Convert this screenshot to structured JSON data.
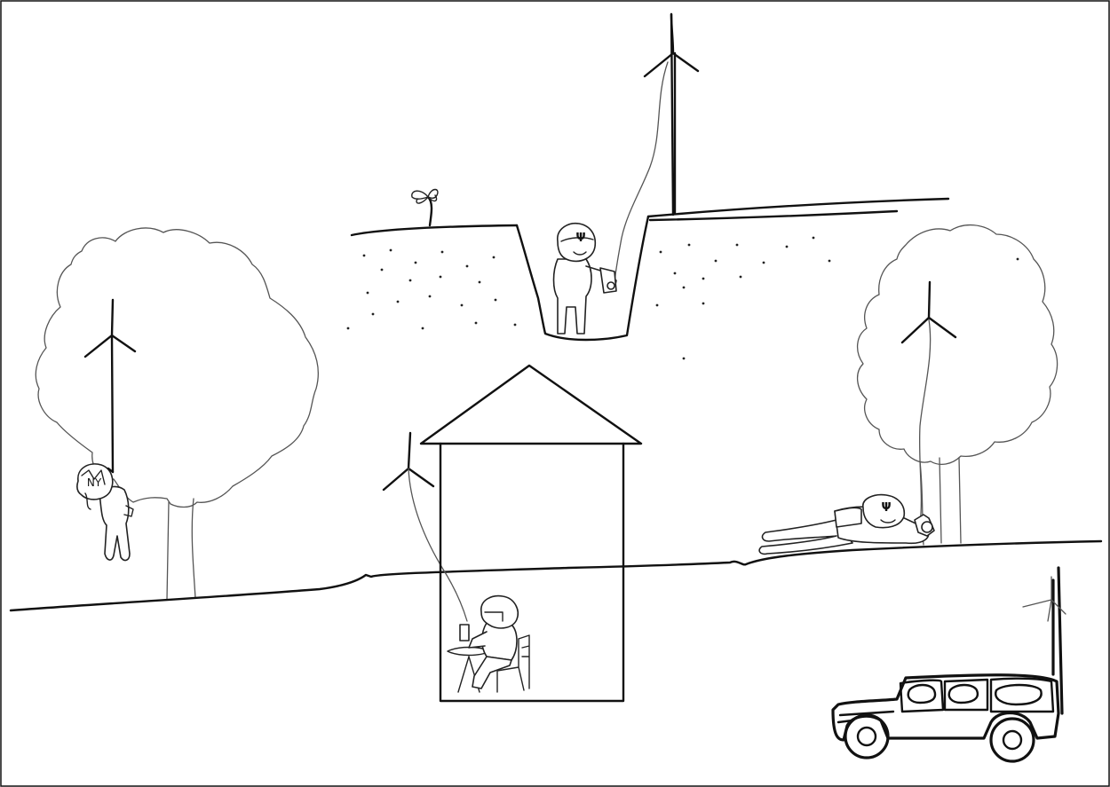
{
  "scene": {
    "emblem": "Ψ",
    "cap_letters": "NY",
    "elements": {
      "trees": [
        "tree-left",
        "tree-right"
      ],
      "wind_turbines": [
        "turbine-top",
        "turbine-tree-left",
        "turbine-house",
        "turbine-tree-right",
        "turbine-vehicle"
      ],
      "figures": [
        "figure-hanging",
        "figure-in-pit",
        "figure-in-house",
        "figure-lying"
      ],
      "structures": [
        "pit",
        "house",
        "vehicle"
      ]
    }
  }
}
